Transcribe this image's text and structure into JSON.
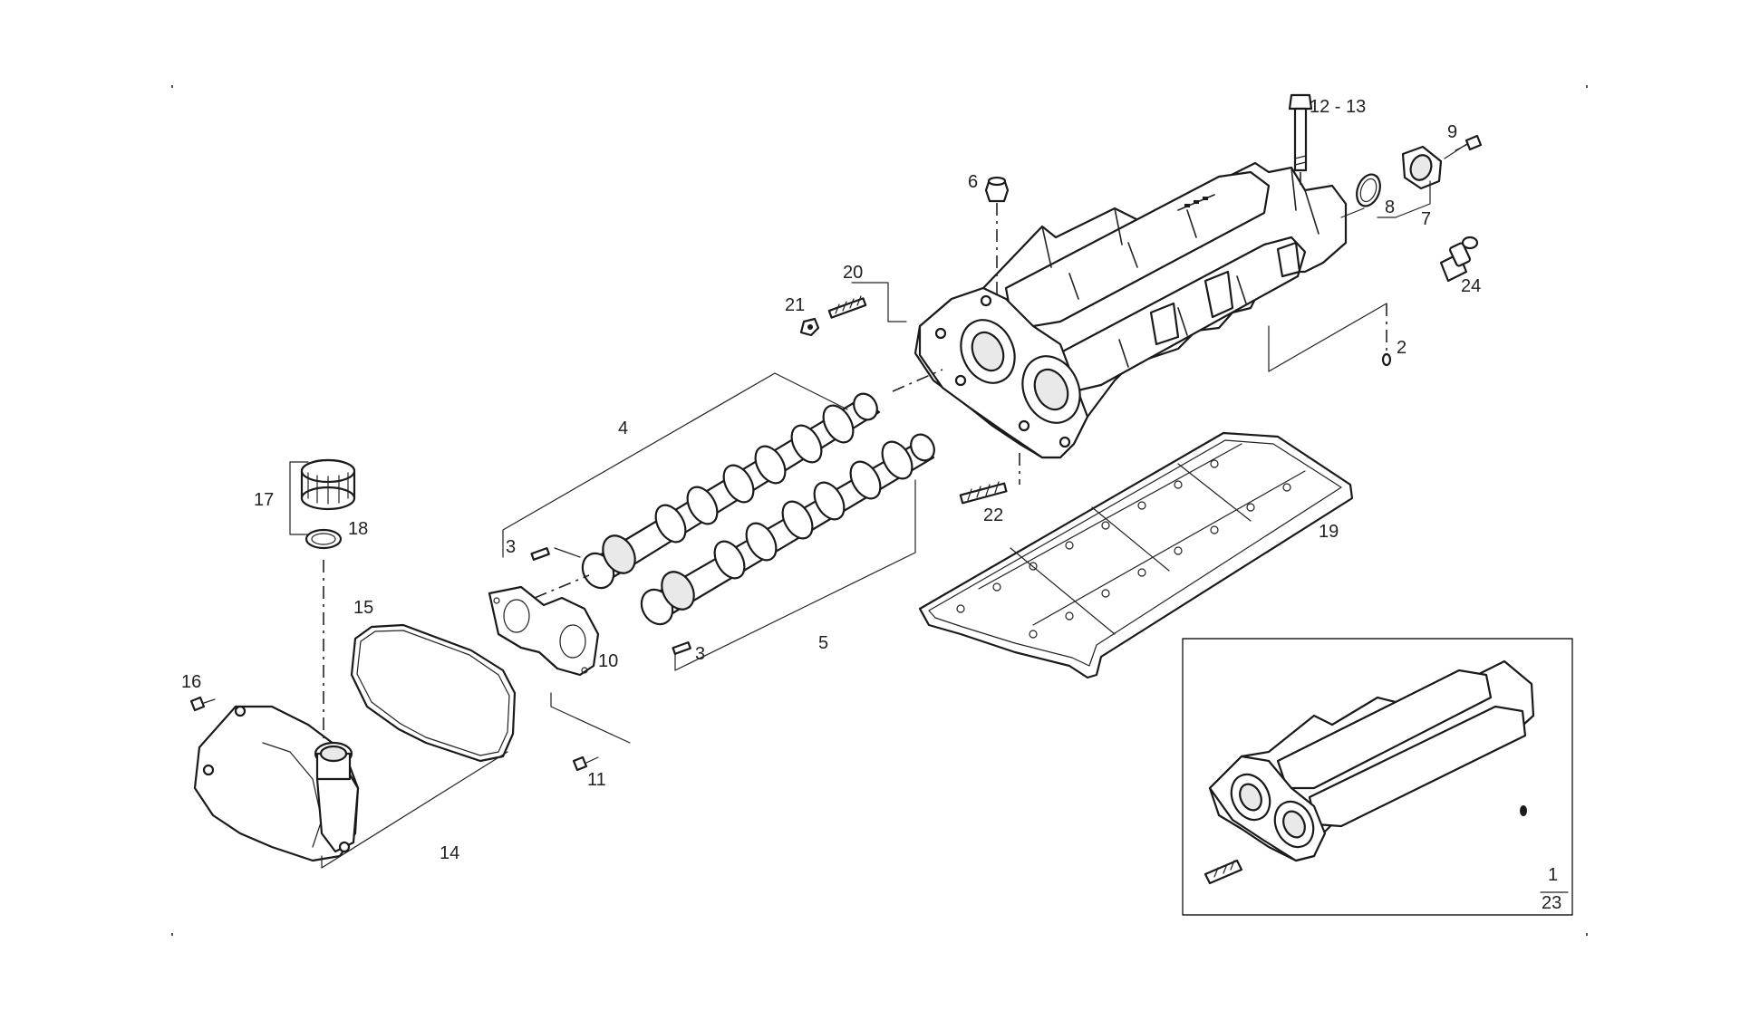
{
  "callouts": {
    "c1": "1",
    "c2": "2",
    "c3a": "3",
    "c3b": "3",
    "c4": "4",
    "c5": "5",
    "c6": "6",
    "c7": "7",
    "c8": "8",
    "c9": "9",
    "c10": "10",
    "c11": "11",
    "c12_13": "12 - 13",
    "c14": "14",
    "c15": "15",
    "c16": "16",
    "c17": "17",
    "c18": "18",
    "c19": "19",
    "c20": "20",
    "c21": "21",
    "c22": "22",
    "c23": "23",
    "c24": "24"
  },
  "colors": {
    "line": "#222222",
    "background": "#ffffff"
  }
}
